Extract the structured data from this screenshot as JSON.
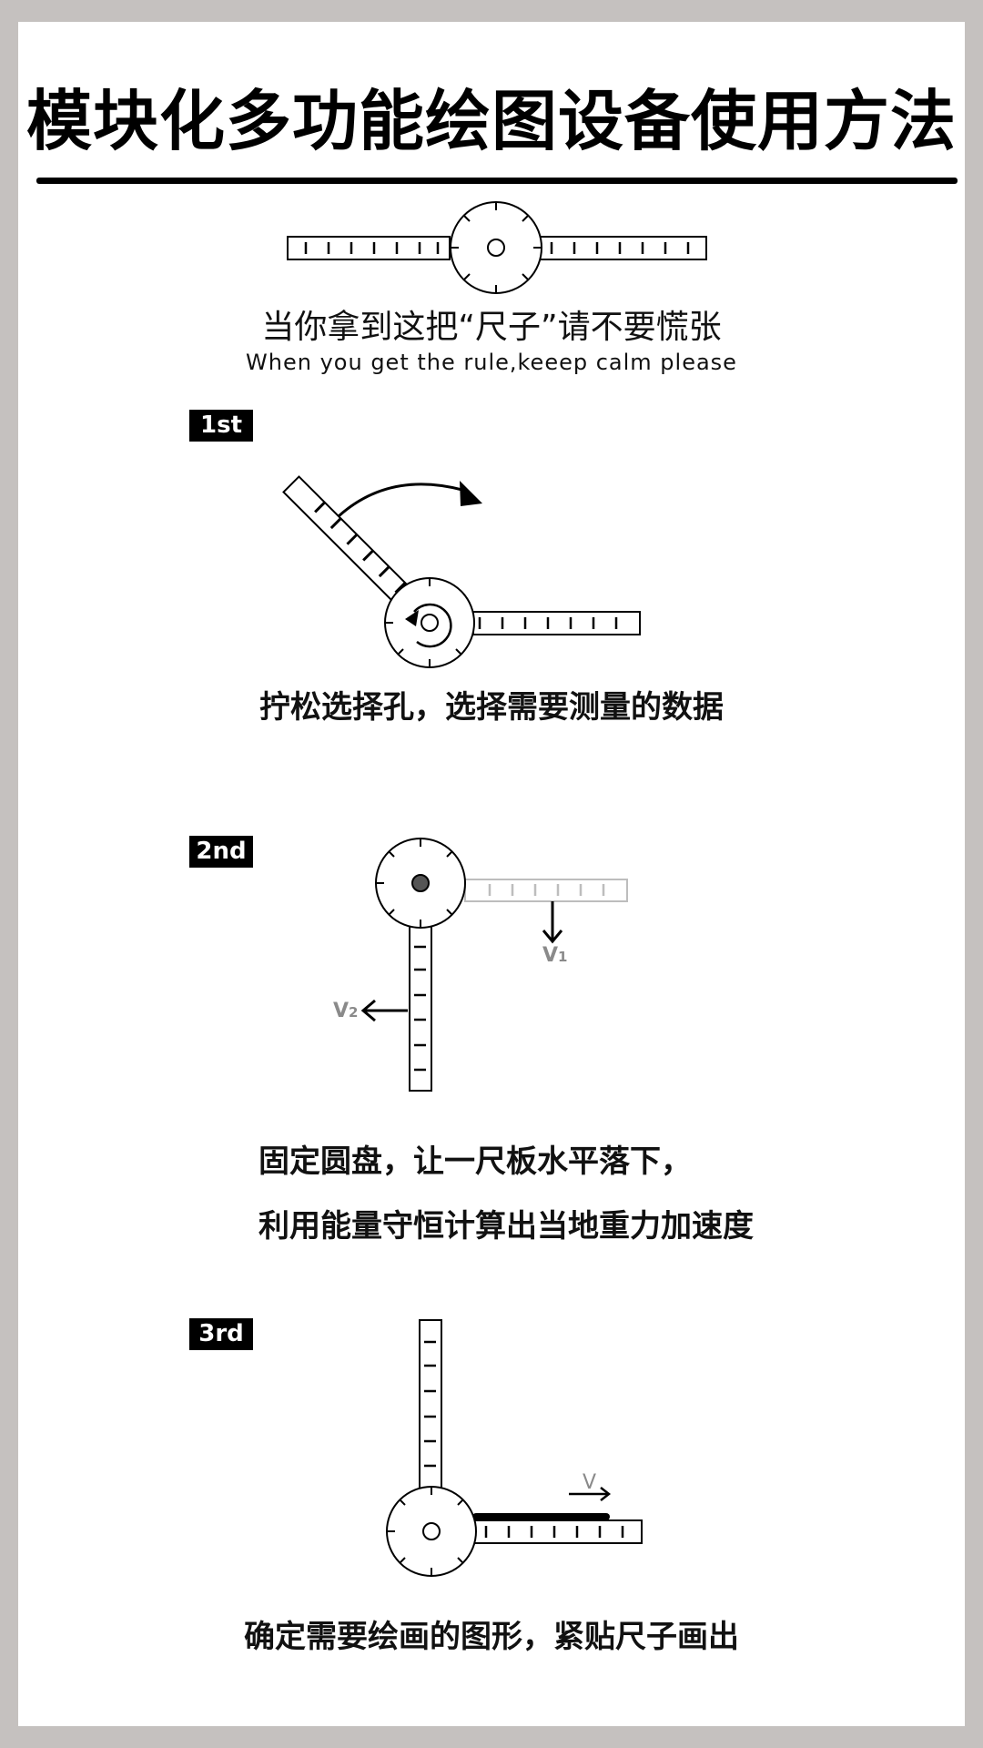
{
  "title": "模块化多功能绘图设备使用方法",
  "intro": {
    "cn": "当你拿到这把“尺子”请不要慌张",
    "en": "When you get the rule,keeep calm please"
  },
  "steps": [
    {
      "badge": "1st",
      "lines": [
        "拧松选择孔，选择需要测量的数据"
      ]
    },
    {
      "badge": "2nd",
      "lines": [
        "固定圆盘，让一尺板水平落下，",
        "利用能量守恒计算出当地重力加速度"
      ],
      "labels": {
        "v1_main": "V",
        "v1_sub": "1",
        "v2_main": "V",
        "v2_sub": "2"
      }
    },
    {
      "badge": "3rd",
      "lines": [
        "确定需要绘画的图形，紧贴尺子画出"
      ],
      "labels": {
        "v": "V"
      }
    }
  ],
  "colors": {
    "page_border": "#c5c1bf",
    "card": "#ffffff",
    "ink": "#000000",
    "faded_ruler": "#bdbdbd",
    "label_gray": "#8a8a8a"
  }
}
